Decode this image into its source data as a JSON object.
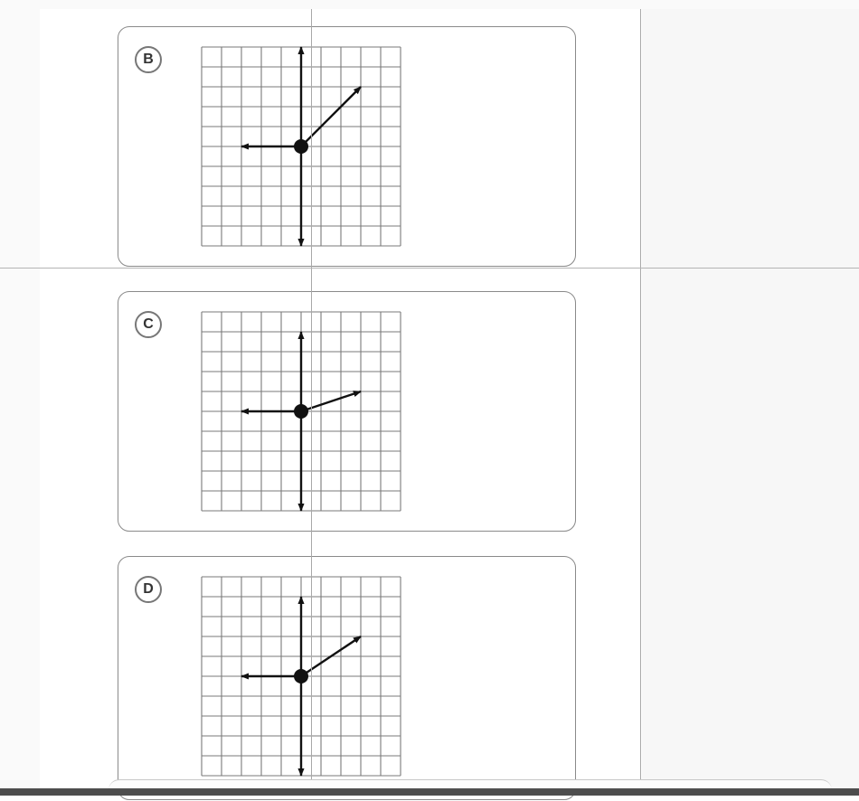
{
  "options": [
    {
      "letter": "B",
      "ray_up": [
        0,
        5
      ],
      "ray_down": [
        0,
        -5
      ],
      "ray_left": [
        -3,
        0
      ],
      "ray_slant": [
        3,
        3
      ]
    },
    {
      "letter": "C",
      "ray_up": [
        0,
        4
      ],
      "ray_down": [
        0,
        -5
      ],
      "ray_left": [
        -3,
        0
      ],
      "ray_slant": [
        3,
        1
      ]
    },
    {
      "letter": "D",
      "ray_up": [
        0,
        4
      ],
      "ray_down": [
        0,
        -5
      ],
      "ray_left": [
        -3,
        0
      ],
      "ray_slant": [
        3,
        2
      ]
    }
  ],
  "grid": {
    "columns": 10,
    "rows": 10
  },
  "colors": {
    "ink": "#111111",
    "grid_line": "#7a7a7a",
    "card_border": "#8a8a8a"
  }
}
